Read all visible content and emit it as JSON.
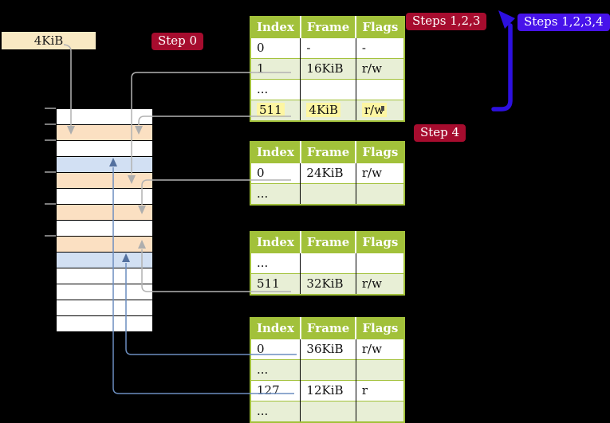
{
  "labels": {
    "page_size": "4KiB",
    "step0": "Step 0",
    "steps123": "Steps 1,2,3",
    "steps1234": "Steps 1,2,3,4",
    "step4": "Step 4"
  },
  "colors": {
    "background": "#000000",
    "table_header_green": "#a2c13a",
    "table_row_green": "#e8efd6",
    "highlight_yellow": "#fdf6a2",
    "label_crimson": "#a60c2e",
    "label_blue": "#4713ea",
    "arrow_blue": "#2d10e0",
    "connector_gray": "#b2b2b2",
    "connector_blue": "#6c8ebf",
    "frame_peach": "#fbe0c2",
    "frame_lightblue": "#d2e0f3",
    "label_cream": "#f8e9c3"
  },
  "memory_stack": {
    "row_types": [
      "plain",
      "page-table",
      "plain",
      "mapped-page",
      "page-table",
      "plain",
      "page-table",
      "plain",
      "page-table",
      "mapped-page",
      "plain",
      "plain",
      "plain",
      "plain"
    ]
  },
  "tables": [
    {
      "columns": [
        "Index",
        "Frame",
        "Flags"
      ],
      "rows": [
        {
          "cells": [
            "0",
            "-",
            "-"
          ]
        },
        {
          "cells": [
            "1",
            "16KiB",
            "r/w"
          ]
        },
        {
          "cells": [
            "...",
            "",
            ""
          ]
        },
        {
          "cells": [
            "511",
            "4KiB",
            "r/w"
          ],
          "highlight": true
        }
      ]
    },
    {
      "columns": [
        "Index",
        "Frame",
        "Flags"
      ],
      "rows": [
        {
          "cells": [
            "0",
            "24KiB",
            "r/w"
          ]
        },
        {
          "cells": [
            "...",
            "",
            ""
          ]
        }
      ]
    },
    {
      "columns": [
        "Index",
        "Frame",
        "Flags"
      ],
      "rows": [
        {
          "cells": [
            "...",
            "",
            ""
          ]
        },
        {
          "cells": [
            "511",
            "32KiB",
            "r/w"
          ]
        }
      ]
    },
    {
      "columns": [
        "Index",
        "Frame",
        "Flags"
      ],
      "rows": [
        {
          "cells": [
            "0",
            "36KiB",
            "r/w"
          ]
        },
        {
          "cells": [
            "...",
            "",
            ""
          ]
        },
        {
          "cells": [
            "127",
            "12KiB",
            "r"
          ]
        },
        {
          "cells": [
            "...",
            "",
            ""
          ]
        }
      ]
    }
  ]
}
